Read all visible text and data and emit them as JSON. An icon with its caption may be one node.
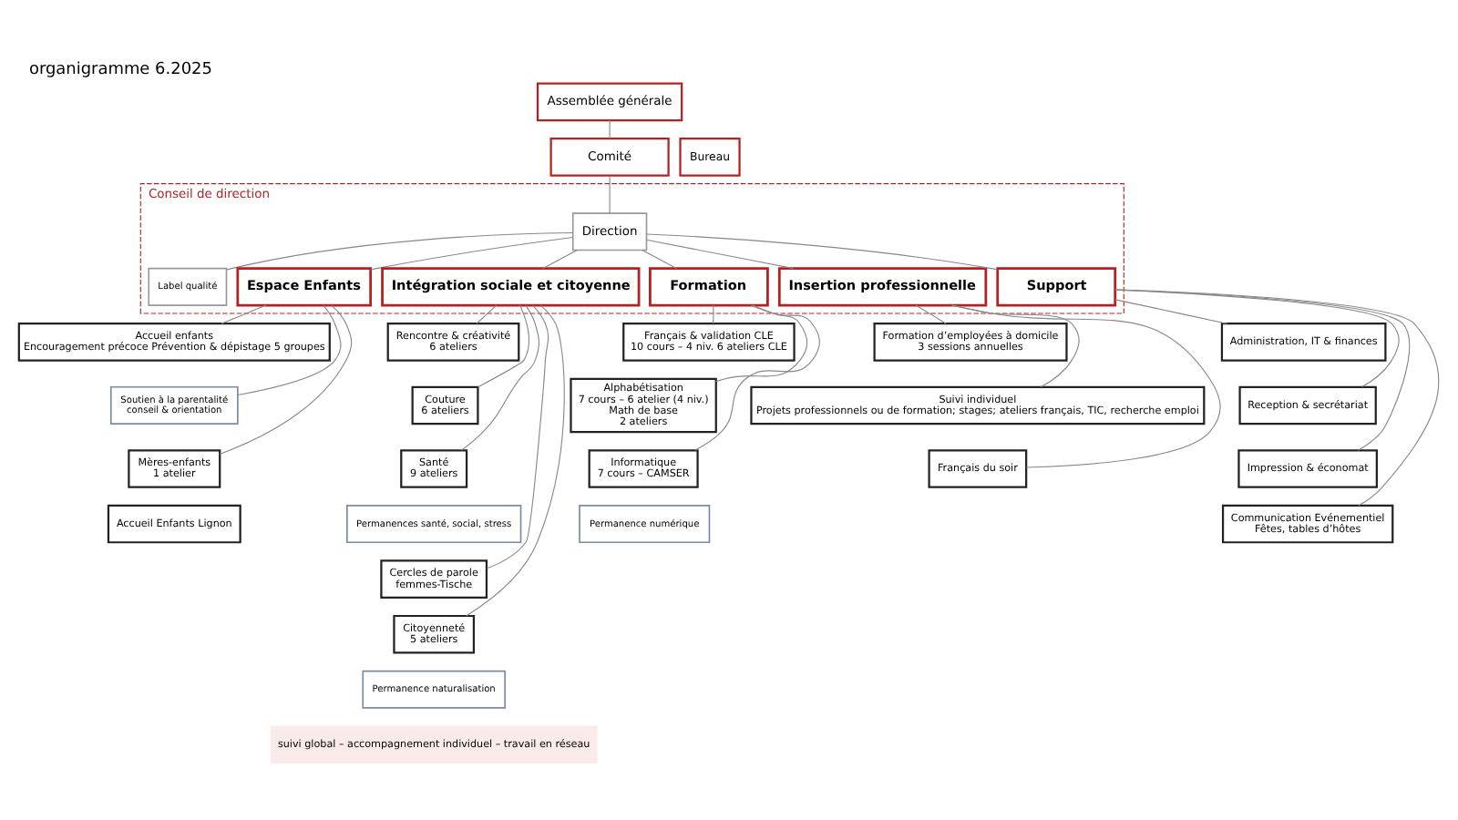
{
  "diagram": {
    "title": "organigramme 6.2025",
    "nodes": [
      {
        "text": [
          "Assemblée générale"
        ]
      },
      {
        "text": [
          "Comité"
        ]
      },
      {
        "text": [
          "Bureau"
        ]
      },
      {
        "text": [
          "Conseil de direction"
        ]
      },
      {
        "text": [
          "Direction"
        ],
        "in": 3
      },
      {
        "text": [
          "Label qualité"
        ],
        "in": 3
      },
      {
        "text": [
          "Espace Enfants"
        ],
        "in": 3
      },
      {
        "text": [
          "Intégration sociale et citoyenne"
        ],
        "in": 3
      },
      {
        "text": [
          "Formation"
        ],
        "in": 3
      },
      {
        "text": [
          "Insertion professionnelle"
        ],
        "in": 3
      },
      {
        "text": [
          "Support"
        ],
        "in": 3
      },
      {
        "text": [
          "Accueil enfants",
          "Encouragement précoce Prévention & dépistage 5 groupes"
        ]
      },
      {
        "text": [
          "Soutien à la parentalité",
          "conseil & orientation"
        ]
      },
      {
        "text": [
          "Mères-enfants",
          "1 atelier"
        ]
      },
      {
        "text": [
          "Accueil Enfants Lignon"
        ]
      },
      {
        "text": [
          "Rencontre & créativité",
          "6 ateliers"
        ]
      },
      {
        "text": [
          "Couture",
          "6 ateliers"
        ]
      },
      {
        "text": [
          "Santé",
          "9 ateliers"
        ]
      },
      {
        "text": [
          "Permanences santé, social, stress"
        ]
      },
      {
        "text": [
          "Cercles de parole",
          "femmes-Tische"
        ]
      },
      {
        "text": [
          "Citoyenneté",
          "5 ateliers"
        ]
      },
      {
        "text": [
          "Permanence naturalisation"
        ]
      },
      {
        "text": [
          "Français & validation CLE",
          "10 cours – 4 niv. 6 ateliers CLE"
        ]
      },
      {
        "text": [
          "Alphabétisation",
          "7 cours – 6 atelier (4 niv.)",
          "Math de base",
          "2 ateliers"
        ]
      },
      {
        "text": [
          "Informatique",
          "7 cours – CAMSER"
        ]
      },
      {
        "text": [
          "Permanence numérique"
        ]
      },
      {
        "text": [
          "Formation d’employées à domicile",
          "3 sessions annuelles"
        ]
      },
      {
        "text": [
          "Suivi individuel",
          "Projets professionnels ou de formation; stages; ateliers français, TIC, recherche emploi"
        ]
      },
      {
        "text": [
          "Français du soir"
        ]
      },
      {
        "text": [
          "Administration, IT & finances"
        ]
      },
      {
        "text": [
          "Reception & secrétariat"
        ]
      },
      {
        "text": [
          "Impression & économat"
        ]
      },
      {
        "text": [
          "Communication Evénementiel",
          "Fêtes, tables d’hôtes"
        ]
      }
    ],
    "edges": [
      {
        "from": 0,
        "to": 1,
        "arrow": "none"
      },
      {
        "from": 1,
        "to": 4,
        "arrow": "none"
      },
      {
        "from": 4,
        "to": 5,
        "arrow": "none"
      },
      {
        "from": 4,
        "to": 6,
        "arrow": "none"
      },
      {
        "from": 4,
        "to": 7,
        "arrow": "none"
      },
      {
        "from": 4,
        "to": 8,
        "arrow": "none"
      },
      {
        "from": 4,
        "to": 9,
        "arrow": "none"
      },
      {
        "from": 4,
        "to": 10,
        "arrow": "none"
      },
      {
        "from": 6,
        "to": 11,
        "arrow": "none"
      },
      {
        "from": 6,
        "to": 12,
        "arrow": "none"
      },
      {
        "from": 6,
        "to": 13,
        "arrow": "none"
      },
      {
        "from": 7,
        "to": 15,
        "arrow": "none"
      },
      {
        "from": 7,
        "to": 16,
        "arrow": "none"
      },
      {
        "from": 7,
        "to": 17,
        "arrow": "none"
      },
      {
        "from": 7,
        "to": 19,
        "arrow": "none"
      },
      {
        "from": 7,
        "to": 20,
        "arrow": "none"
      },
      {
        "from": 8,
        "to": 22,
        "arrow": "none"
      },
      {
        "from": 8,
        "to": 23,
        "arrow": "none"
      },
      {
        "from": 8,
        "to": 24,
        "arrow": "none"
      },
      {
        "from": 9,
        "to": 26,
        "arrow": "none"
      },
      {
        "from": 9,
        "to": 27,
        "arrow": "none"
      },
      {
        "from": 9,
        "to": 28,
        "arrow": "none"
      },
      {
        "from": 10,
        "to": 29,
        "arrow": "none"
      },
      {
        "from": 10,
        "to": 30,
        "arrow": "none"
      },
      {
        "from": 10,
        "to": 31,
        "arrow": "none"
      },
      {
        "from": 10,
        "to": 32,
        "arrow": "none"
      }
    ],
    "labels": [
      "suivi global – accompagnement individuel – travail en réseau"
    ]
  }
}
